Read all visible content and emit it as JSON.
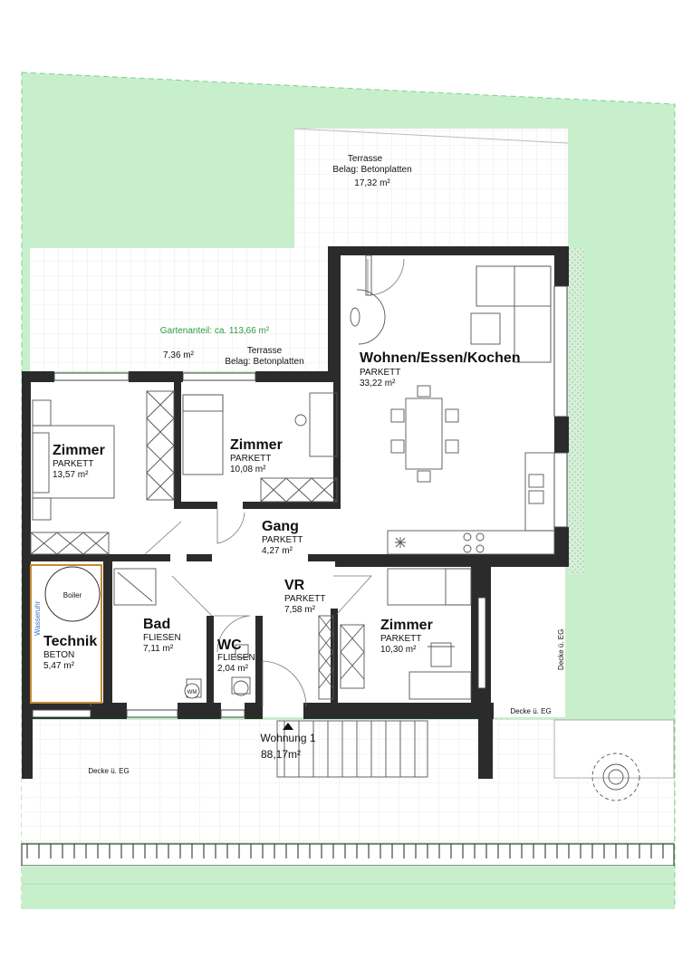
{
  "colors": {
    "garden": "#c8efcc",
    "garden_line": "#7fcf8e",
    "wall": "#2b2b2b",
    "paving_line": "#d8d8d8",
    "furniture": "#555555",
    "label_green": "#2e9b3f",
    "label_blue": "#3a77c8"
  },
  "terrace_top": {
    "title": "Terrasse",
    "material": "Belag: Betonplatten",
    "area": "17,32 m²"
  },
  "terrace_left": {
    "title": "Terrasse",
    "material": "Belag: Betonplatten",
    "area": "7,36 m²"
  },
  "garden": {
    "label": "Gartenanteil: ca. 113,66 m²"
  },
  "rooms": {
    "wohnen": {
      "name": "Wohnen/Essen/Kochen",
      "floor": "PARKETT",
      "area": "33,22 m²"
    },
    "zimmer1": {
      "name": "Zimmer",
      "floor": "PARKETT",
      "area": "13,57 m²"
    },
    "zimmer2": {
      "name": "Zimmer",
      "floor": "PARKETT",
      "area": "10,08 m²"
    },
    "gang": {
      "name": "Gang",
      "floor": "PARKETT",
      "area": "4,27 m²"
    },
    "vr": {
      "name": "VR",
      "floor": "PARKETT",
      "area": "7,58 m²"
    },
    "zimmer3": {
      "name": "Zimmer",
      "floor": "PARKETT",
      "area": "10,30 m²"
    },
    "technik": {
      "name": "Technik",
      "floor": "BETON",
      "area": "5,47 m²"
    },
    "bad": {
      "name": "Bad",
      "floor": "FLIESEN",
      "area": "7,11 m²"
    },
    "wc": {
      "name": "WC",
      "floor": "FLIESEN",
      "area": "2,04 m²"
    }
  },
  "fixtures": {
    "boiler": "Boiler",
    "wasseruhr": "Wasseruhr",
    "wm": "WM"
  },
  "apartment": {
    "name": "Wohnung 1",
    "area": "88,17m²"
  },
  "decke_labels": [
    "Decke ü. EG",
    "Decke ü. EG",
    "Decke ü. EG"
  ]
}
